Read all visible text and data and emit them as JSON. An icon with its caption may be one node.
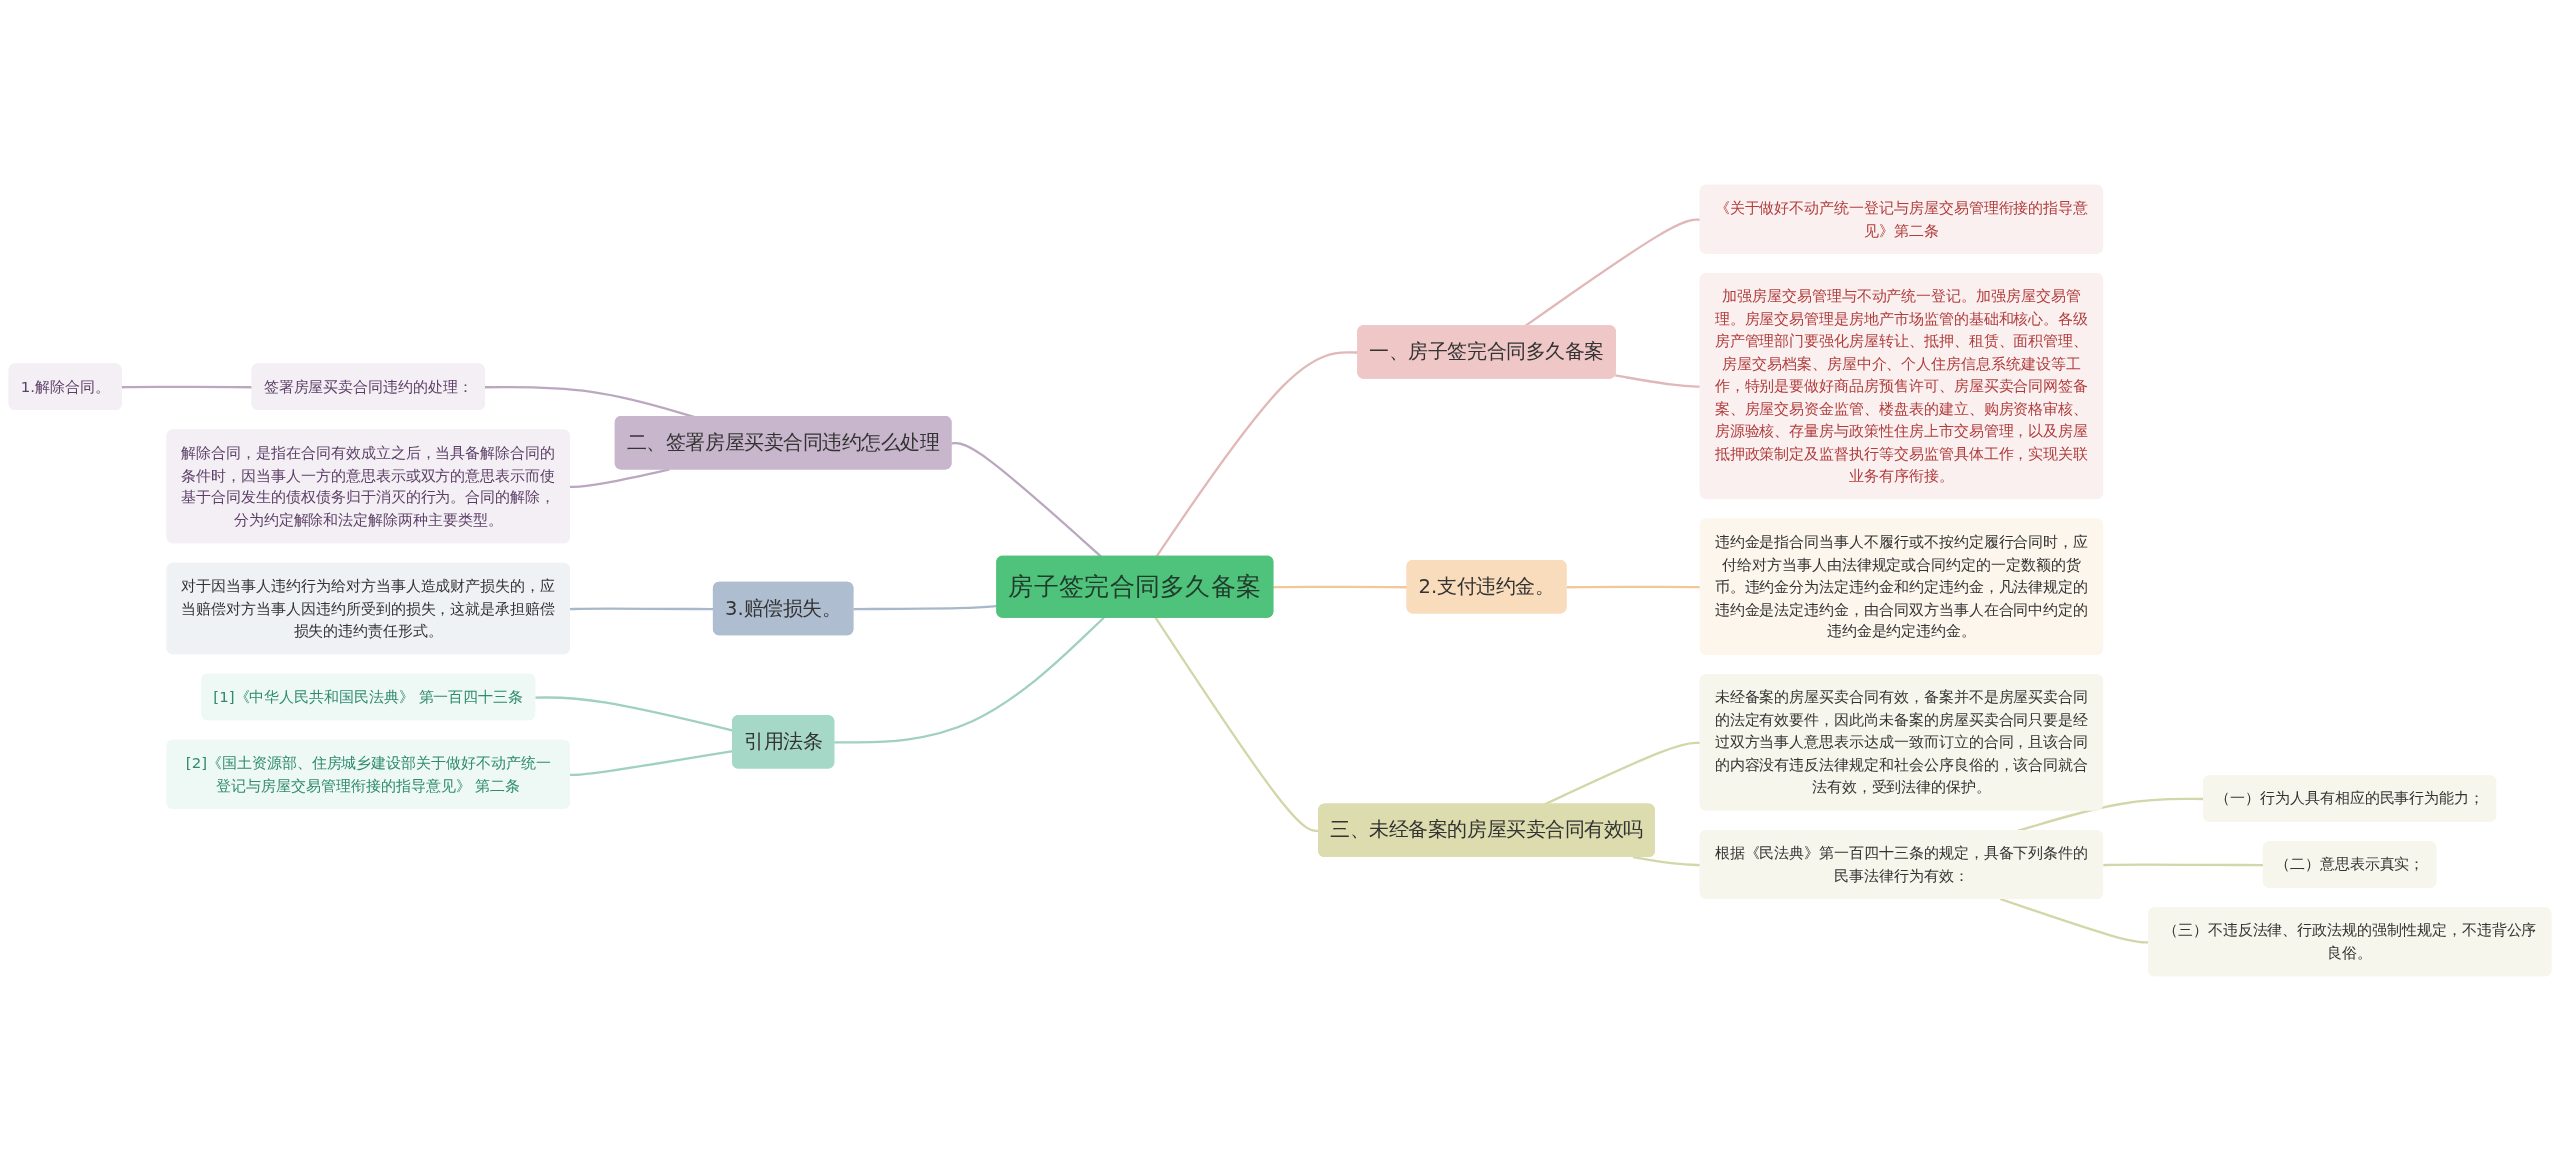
{
  "diagram": {
    "nodes": [
      {
        "text": [
          "房子签完合同多久备案"
        ]
      },
      {
        "text": [
          "一、房子签完合同多久备案"
        ]
      },
      {
        "text": [
          "《关于做好不动产统一登记与房屋交易管理衔接的指导意见》第二条"
        ]
      },
      {
        "text": [
          "加强房屋交易管理与不动产统一登记。加强房屋交易管理。房屋交易管理是房地产市场监管的基础和核心。各级房产管理部门要强化房屋转让、抵押、租赁、面积管理、房屋交易档案、房屋中介、个人住房信息系统建设等工作，特别是要做好商品房预售许可、房屋买卖合同网签备案、房屋交易资金监管、楼盘表的建立、购房资格审核、房源验核、存量房与政策性住房上市交易管理，以及房屋抵押政策制定及监督执行等交易监管具体工作，实现关联业务有序衔接。"
        ]
      },
      {
        "text": [
          "2.支付违约金。"
        ]
      },
      {
        "text": [
          "违约金是指合同当事人不履行或不按约定履行合同时，应付给对方当事人由法律规定或合同约定的一定数额的货币。违约金分为法定违约金和约定违约金，凡法律规定的违约金是法定违约金，由合同双方当事人在合同中约定的违约金是约定违约金。"
        ]
      },
      {
        "text": [
          "三、未经备案的房屋买卖合同有效吗"
        ]
      },
      {
        "text": [
          "未经备案的房屋买卖合同有效，备案并不是房屋买卖合同的法定有效要件，因此尚未备案的房屋买卖合同只要是经过双方当事人意思表示达成一致而订立的合同，且该合同的内容没有违反法律规定和社会公序良俗的，该合同就合法有效，受到法律的保护。"
        ]
      },
      {
        "text": [
          "根据《民法典》第一百四十三条的规定，具备下列条件的民事法律行为有效："
        ]
      },
      {
        "text": [
          "（一）行为人具有相应的民事行为能力；"
        ]
      },
      {
        "text": [
          "（二）意思表示真实；"
        ]
      },
      {
        "text": [
          "（三）不违反法律、行政法规的强制性规定，不违背公序良俗。"
        ]
      },
      {
        "text": [
          "二、签署房屋买卖合同违约怎么处理"
        ]
      },
      {
        "text": [
          "签署房屋买卖合同违约的处理："
        ]
      },
      {
        "text": [
          "1.解除合同。"
        ]
      },
      {
        "text": [
          "解除合同，是指在合同有效成立之后，当具备解除合同的条件时，因当事人一方的意思表示或双方的意思表示而使基于合同发生的债权债务归于消灭的行为。合同的解除，分为约定解除和法定解除两种主要类型。"
        ]
      },
      {
        "text": [
          "3.赔偿损失。"
        ]
      },
      {
        "text": [
          "对于因当事人违约行为给对方当事人造成财产损失的，应当赔偿对方当事人因违约所受到的损失，这就是承担赔偿损失的违约责任形式。"
        ]
      },
      {
        "text": [
          "引用法条"
        ]
      },
      {
        "text": [
          "[1]《中华人民共和国民法典》 第一百四十三条"
        ]
      },
      {
        "text": [
          "[2]《国土资源部、住房城乡建设部关于做好不动产统一登记与房屋交易管理衔接的指导意见》 第二条"
        ]
      }
    ],
    "edges": [
      {
        "from": 0,
        "to": 1,
        "arrow": "none",
        "color": "#e0b8b8"
      },
      {
        "from": 1,
        "to": 2,
        "arrow": "none",
        "color": "#e0b8b8"
      },
      {
        "from": 1,
        "to": 3,
        "arrow": "none",
        "color": "#e0b8b8"
      },
      {
        "from": 0,
        "to": 4,
        "arrow": "none",
        "color": "#f0c89a"
      },
      {
        "from": 4,
        "to": 5,
        "arrow": "none",
        "color": "#f0c89a"
      },
      {
        "from": 0,
        "to": 6,
        "arrow": "none"
      },
      {
        "from": 6,
        "to": 7,
        "arrow": "none"
      },
      {
        "from": 6,
        "to": 8,
        "arrow": "none"
      },
      {
        "from": 8,
        "to": 9,
        "arrow": "none"
      },
      {
        "from": 8,
        "to": 10,
        "arrow": "none"
      },
      {
        "from": 8,
        "to": 11,
        "arrow": "none"
      },
      {
        "from": 0,
        "to": 12,
        "arrow": "none",
        "color": "#bba8c0"
      },
      {
        "from": 12,
        "to": 13,
        "arrow": "none",
        "color": "#bba8c0"
      },
      {
        "from": 13,
        "to": 14,
        "arrow": "none",
        "color": "#bba8c0"
      },
      {
        "from": 12,
        "to": 15,
        "arrow": "none",
        "color": "#bba8c0"
      },
      {
        "from": 0,
        "to": 16,
        "arrow": "none",
        "color": "#a8b8c8"
      },
      {
        "from": 16,
        "to": 17,
        "arrow": "none",
        "color": "#a8b8c8"
      },
      {
        "from": 0,
        "to": 18,
        "arrow": "none",
        "color": "#9fd0c0"
      },
      {
        "from": 18,
        "to": 19,
        "arrow": "none",
        "color": "#9fd0c0"
      },
      {
        "from": 18,
        "to": 20,
        "arrow": "none",
        "color": "#9fd0c0"
      }
    ]
  }
}
